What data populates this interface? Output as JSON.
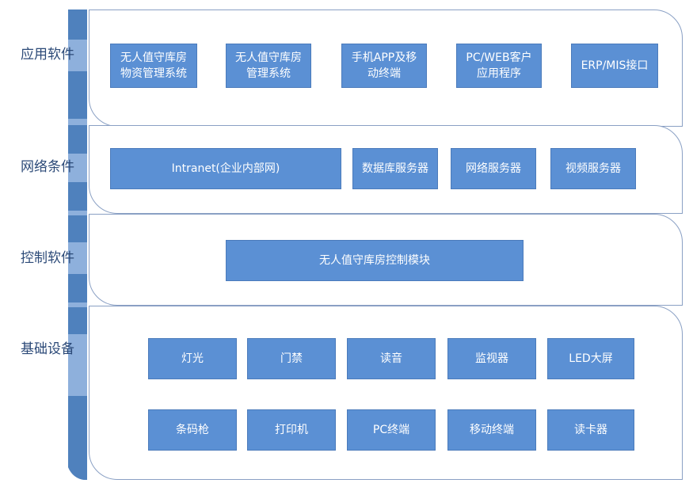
{
  "layers": [
    {
      "label": "应用软件",
      "items": [
        "无人值守库房\n物资管理系统",
        "无人值守库房\n管理系统",
        "手机APP及移\n动终端",
        "PC/WEB客户\n应用程序",
        "ERP/MIS接口"
      ]
    },
    {
      "label": "网络条件",
      "items": [
        "Intranet(企业内部网)",
        "数据库服务器",
        "网络服务器",
        "视频服务器"
      ]
    },
    {
      "label": "控制软件",
      "items": [
        "无人值守库房控制模块"
      ]
    },
    {
      "label": "基础设备",
      "items": [
        "灯光",
        "门禁",
        "读音",
        "监视器",
        "LED大屏",
        "条码枪",
        "打印机",
        "PC终端",
        "移动终端",
        "读卡器"
      ]
    }
  ],
  "colors": {
    "box_fill": "#5b90d4",
    "spine": "#4f81bd",
    "spine_light": "#8eb0dc",
    "panel_border": "#8aa0c4",
    "label_text": "#2c4a78"
  }
}
